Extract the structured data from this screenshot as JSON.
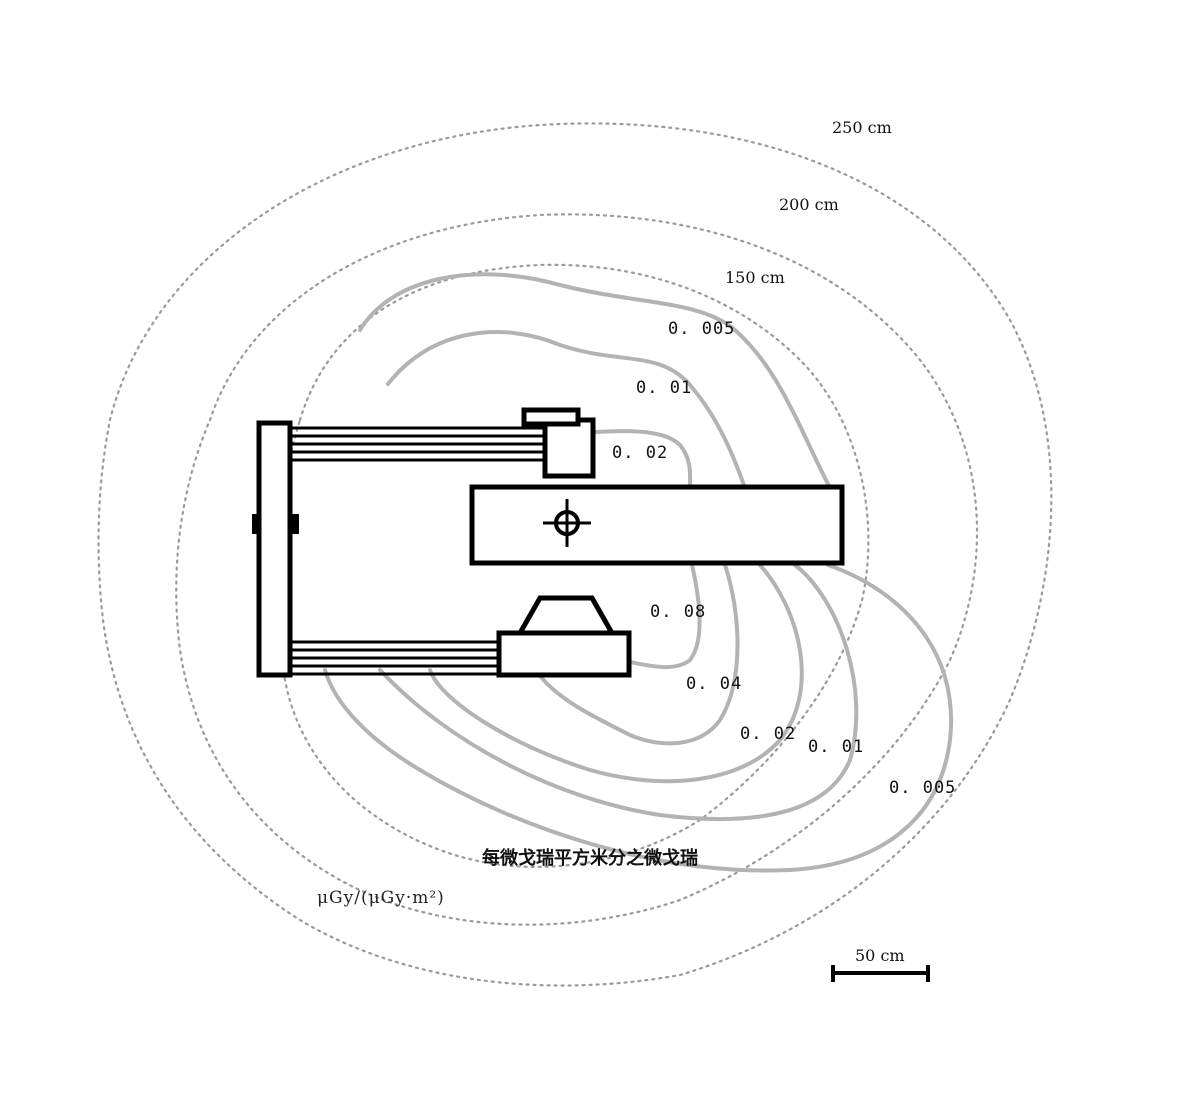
{
  "distance_rings": [
    {
      "id": "ring-150",
      "label": "150 cm"
    },
    {
      "id": "ring-200",
      "label": "200 cm"
    },
    {
      "id": "ring-250",
      "label": "250 cm"
    }
  ],
  "isodose_labels": {
    "upper_0_005": "0. 005",
    "upper_0_01": "0. 01",
    "upper_0_02": "0. 02",
    "lower_0_08": "0. 08",
    "lower_0_04": "0. 04",
    "lower_0_02": "0. 02",
    "lower_0_01": "0. 01",
    "lower_0_005": "0. 005"
  },
  "unit_caption_zh": "每微戈瑞平方米分之微戈瑞",
  "unit_caption": "μGy/(μGy·m²)",
  "scale_bar_label": "50 cm",
  "colors": {
    "outline": "#000000",
    "dotted_ring": "#9a9a9a",
    "isodose": "#b3b3b3",
    "background": "#ffffff"
  }
}
